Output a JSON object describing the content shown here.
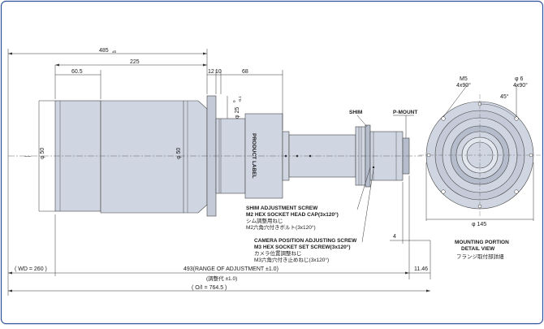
{
  "colors": {
    "background": "#ffffff",
    "border": "#2b4fa0",
    "body_fill": "#cfd5e1",
    "dark_fill": "#b5bccb",
    "line": "#333333",
    "centerline": "#666666"
  },
  "dims": {
    "overall_top": "485",
    "overall_top_tol": "±5",
    "d225": "225",
    "d60_5": "60.5",
    "d12": "12",
    "d10": "10",
    "d68": "68",
    "phi50_front": "φ 50",
    "phi50_mid": "φ 50",
    "phi25": "φ 25",
    "phi25_tol_upper": "0",
    "phi25_tol_lower": "-0.1",
    "wd": "( WD = 260 )",
    "range": "493(RANGE OF ADJUSTMENT ±1.0)",
    "range_jp": "(調整代 ±1.0)",
    "d11_46": "11.46",
    "d4": "4",
    "oi": "( O/I = 764.5 )"
  },
  "labels": {
    "product_label": "PRODUCT LABEL",
    "shim": "SHIM",
    "pmount": "P-MOUNT",
    "shim_screw_en1": "SHIM ADJUSTMENT SCREW",
    "shim_screw_en2": "M2 HEX SOCKET HEAD CAP(3x120°)",
    "shim_screw_jp1": "シム調整用ねじ",
    "shim_screw_jp2": "M2六角穴付きボルト(3x120°)",
    "cam_screw_en1": "CAMERA POSITION ADJUSTING SCREW",
    "cam_screw_en2": "M3 HEX SOCKET SET SCREW(3x120°)",
    "cam_screw_jp1": "カメラ位置調整ねじ",
    "cam_screw_jp2": "M3六角穴付き止めねじ(3x120°)"
  },
  "detail": {
    "m5": "M5",
    "m5_count": "4x90°",
    "phi6": "φ 6",
    "phi6_count": "4x90°",
    "angle": "45°",
    "phi145": "φ 145",
    "title1": "MOUNTING PORTION",
    "title2": "DETAIL VIEW",
    "title_jp": "フランジ取付部詳細"
  }
}
